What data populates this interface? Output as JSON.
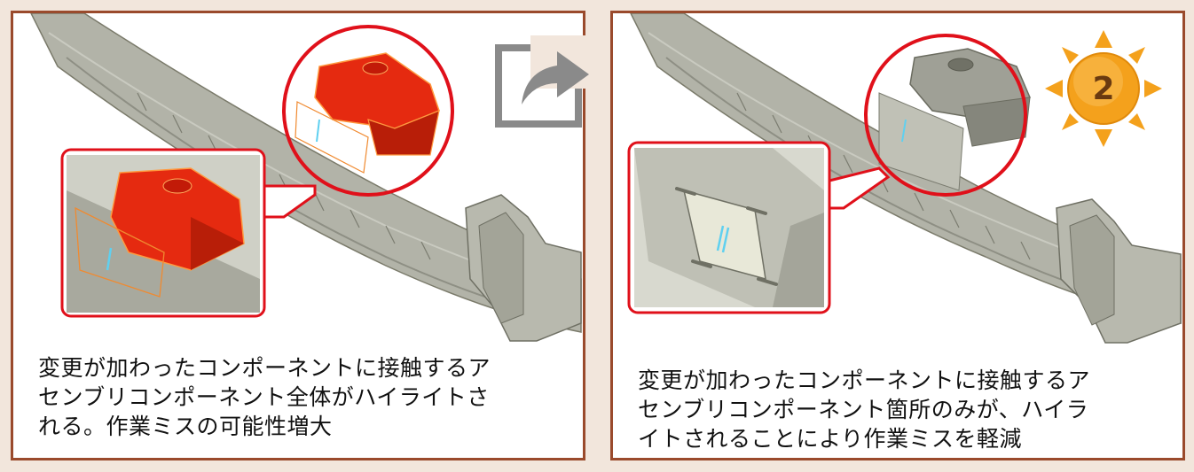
{
  "panels": [
    {
      "caption_lines": [
        "変更が加わったコンポーネントに接触するア",
        "センブリコンポーネント全体がハイライトさ",
        "れる。作業ミスの可能性増大"
      ]
    },
    {
      "caption_lines": [
        "変更が加わったコンポーネントに接触するア",
        "センブリコンポーネント箇所のみが、ハイラ",
        "イトされることにより作業ミスを軽減"
      ]
    }
  ],
  "step_badge": {
    "number": "2"
  },
  "colors": {
    "frame": "#9a4a2c",
    "page_bg": "#f2e6dc",
    "highlight_red": "#e52a10",
    "circle_red": "#e0101a",
    "beam_gray": "#a9aaa0",
    "sun_orange": "#f4a11c",
    "arrow_gray": "#8a8a8a"
  },
  "icons": [
    "forward-arrow-icon",
    "sun-icon"
  ]
}
